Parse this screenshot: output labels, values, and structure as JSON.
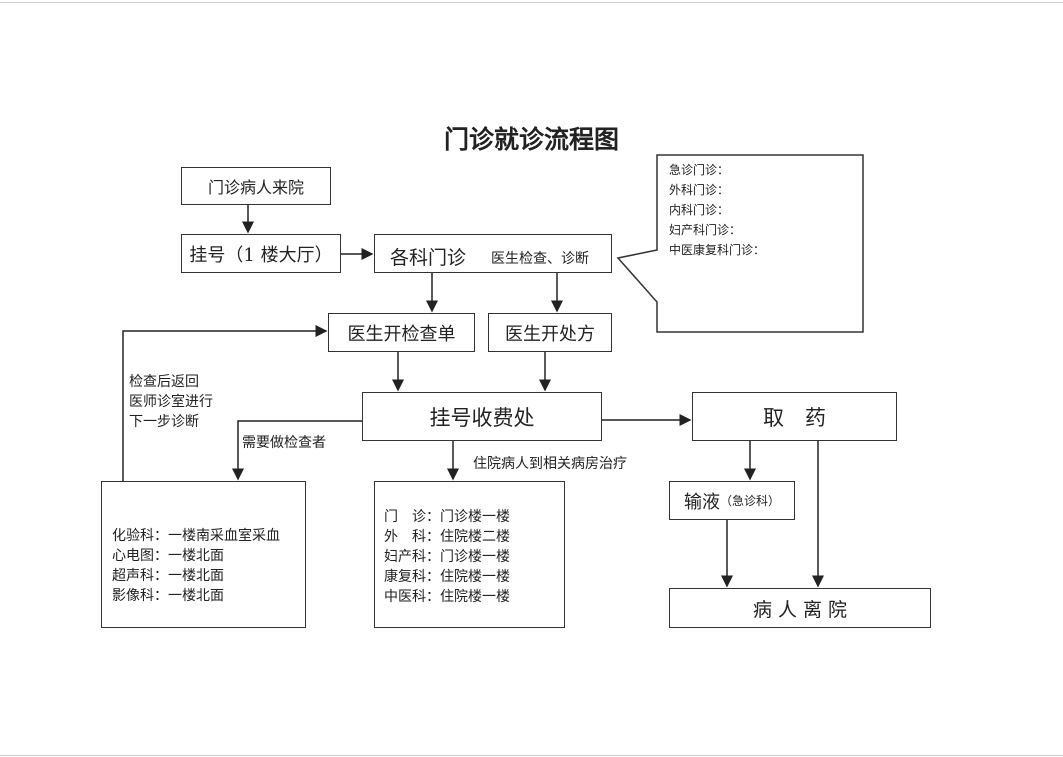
{
  "title": "门诊就诊流程图",
  "nodes": {
    "arrive": "门诊病人来院",
    "register": "挂号（1 楼大厅）",
    "clinic": "各科门诊",
    "clinic_note": "医生检查、诊断",
    "exam_order": "医生开检查单",
    "prescription": "医生开处方",
    "cashier": "挂号收费处",
    "pharmacy": "取　药",
    "infusion": "输液",
    "infusion_note": "（急诊科）",
    "leave": "病 人 离 院"
  },
  "callout": [
    "急诊门诊：",
    "外科门诊：",
    "内科门诊：",
    "妇产科门诊：",
    "中医康复科门诊："
  ],
  "labels": {
    "return": [
      "检查后返回",
      "医师诊室进行",
      "下一步诊断"
    ],
    "need_exam": "需要做检查者",
    "inpatient": "住院病人到相关病房治疗"
  },
  "exam_locations": [
    "化验科：一楼南采血室采血",
    "心电图：一楼北面",
    "超声科：一楼北面",
    "影像科：一楼北面"
  ],
  "ward_locations": [
    "门　诊：门诊楼一楼",
    "外　科：住院楼二楼",
    "妇产科：门诊楼一楼",
    "康复科：住院楼一楼",
    "中医科：住院楼一楼"
  ]
}
